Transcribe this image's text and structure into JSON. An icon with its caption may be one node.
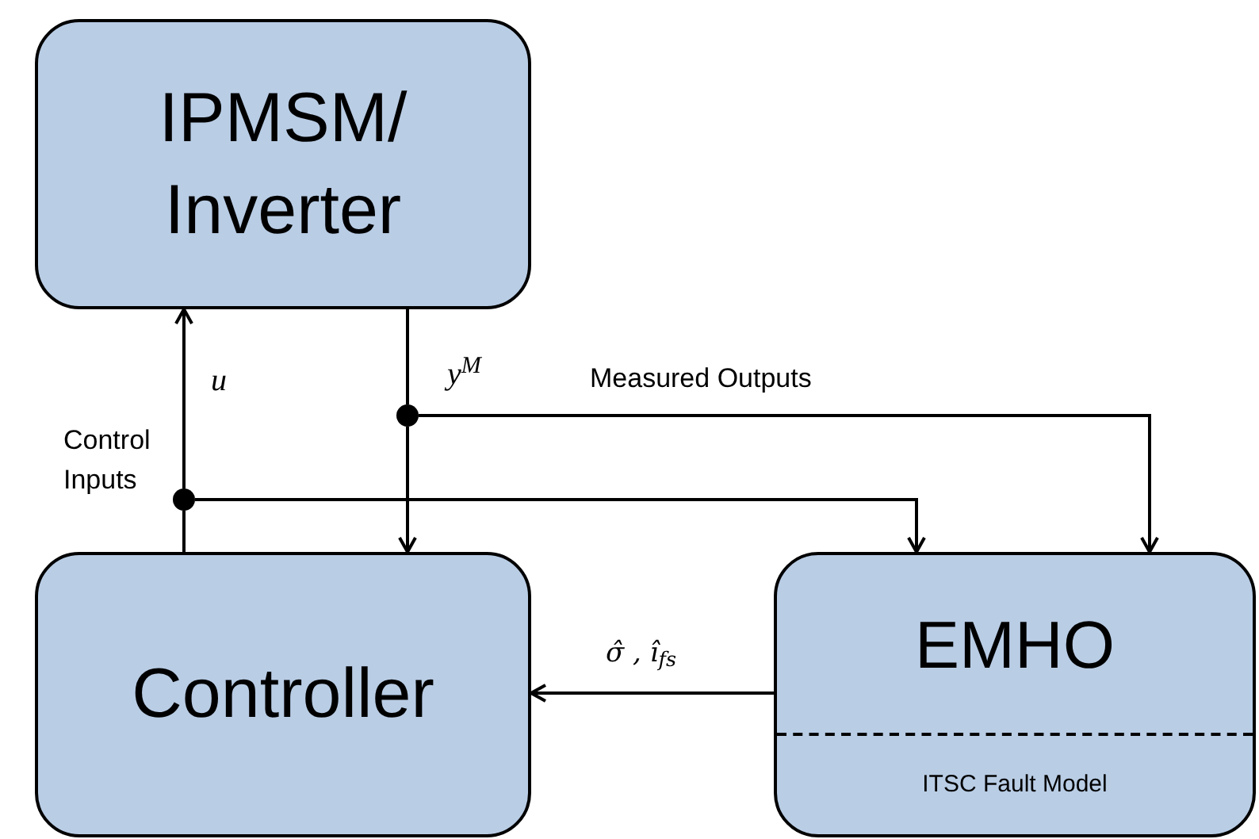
{
  "diagram": {
    "nodes": [
      {
        "text": [
          "IPMSM/ Inverter"
        ]
      },
      {
        "text": [
          "Controller"
        ]
      },
      {
        "text": [
          "EMHO",
          "ITSC Fault Model"
        ]
      },
      {
        "text": [],
        "shape": "circle"
      },
      {
        "text": [],
        "shape": "circle"
      }
    ],
    "edges": [
      {
        "from": 1,
        "to": 3,
        "arrow": "none"
      },
      {
        "from": 3,
        "to": 0,
        "arrow": "to",
        "label": "u"
      },
      {
        "from": 3,
        "to": 2,
        "arrow": "to"
      },
      {
        "from": 0,
        "to": 4,
        "arrow": "none",
        "label": "y$^{M}$"
      },
      {
        "from": 4,
        "to": 1,
        "arrow": "to"
      },
      {
        "from": 4,
        "to": 2,
        "arrow": "to",
        "label": "Measured Outputs"
      },
      {
        "from": 2,
        "to": 1,
        "arrow": "to",
        "label": "σ̂ , ı̂$_{fs}$"
      }
    ],
    "labels": [
      "Control Inputs"
    ]
  }
}
